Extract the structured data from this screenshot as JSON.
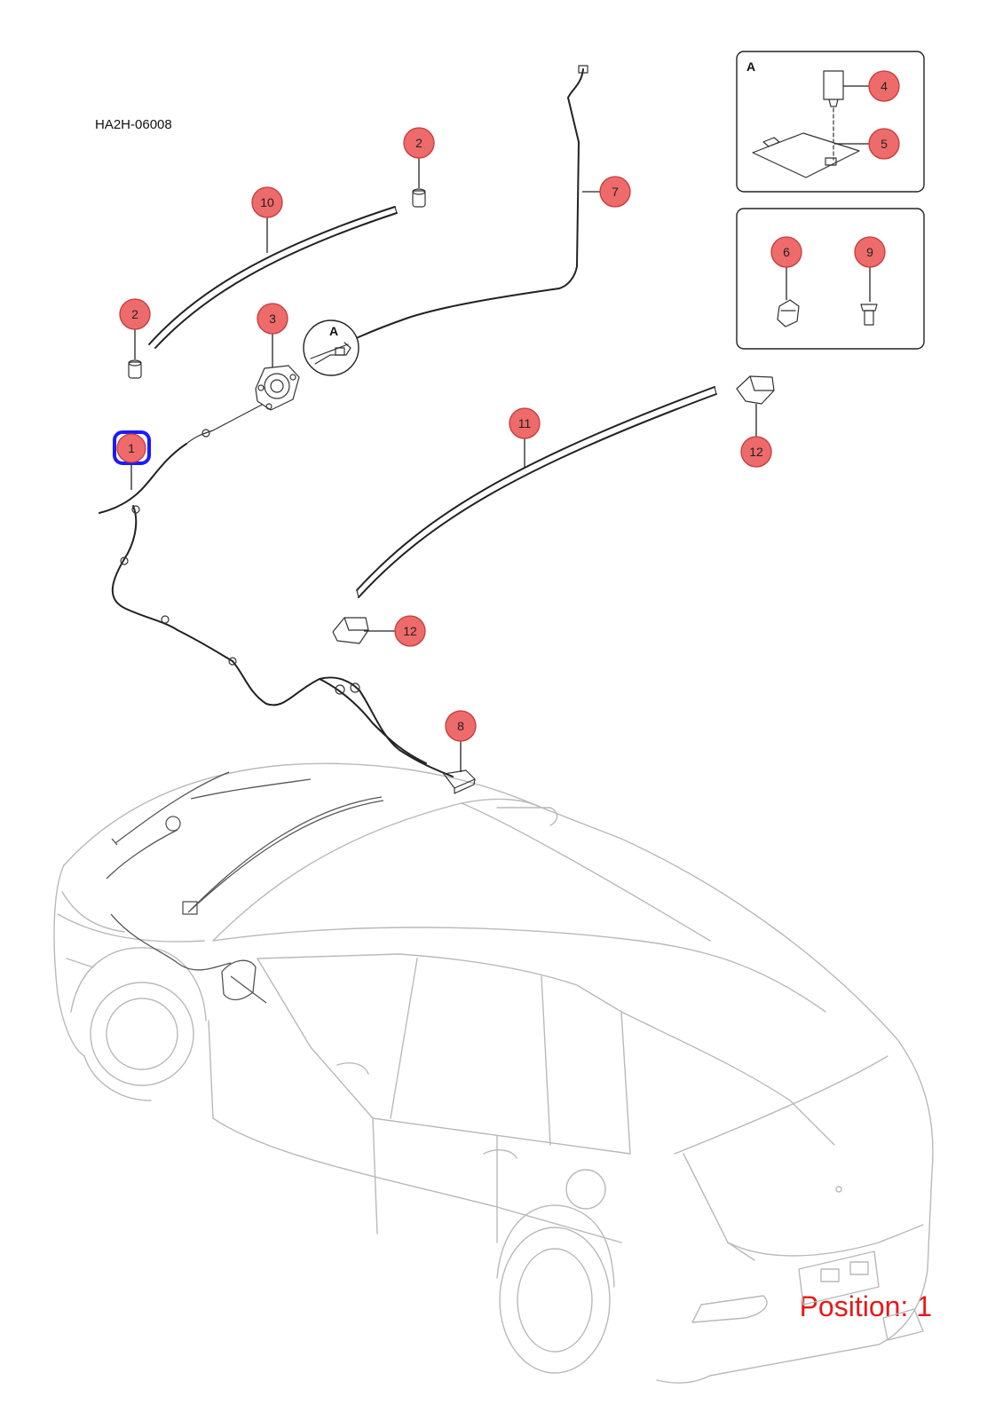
{
  "diagram_code": "HA2H-06008",
  "position_label": "Position: 1",
  "detail_letter": "A",
  "colors": {
    "callout_fill": "#ee6b6b",
    "callout_highlight": "#1a1aff",
    "position_text": "#e81818"
  },
  "callouts": {
    "c1": "1",
    "c2a": "2",
    "c2b": "2",
    "c3": "3",
    "c4": "4",
    "c5": "5",
    "c6": "6",
    "c7": "7",
    "c8": "8",
    "c9": "9",
    "c10": "10",
    "c11": "11",
    "c12a": "12",
    "c12b": "12"
  },
  "selected_callout": "1"
}
